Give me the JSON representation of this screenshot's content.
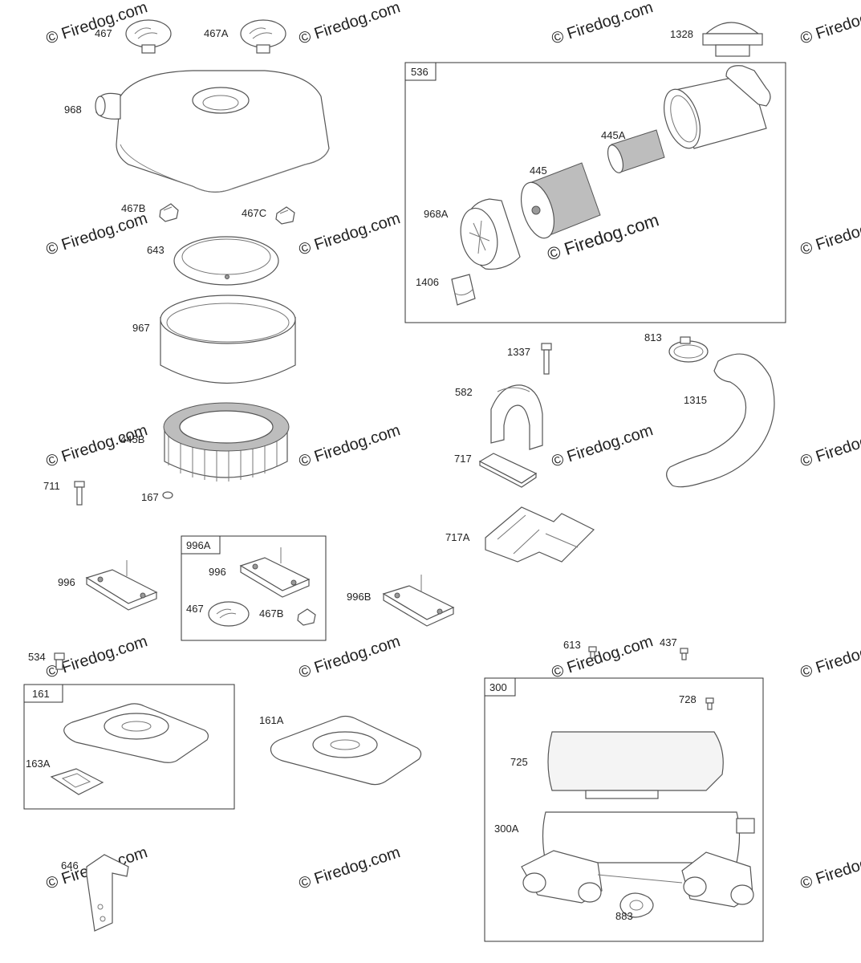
{
  "diagram": {
    "title": "",
    "watermark_text": "© Firedog.com",
    "callouts": {
      "c467": "467",
      "c467a": "467A",
      "c968": "968",
      "c467b": "467B",
      "c467c": "467C",
      "c643": "643",
      "c967": "967",
      "c445b": "445B",
      "c711": "711",
      "c167": "167",
      "c996": "996",
      "c996a_box": "996A",
      "c996_in_a": "996",
      "c467_in_a": "467",
      "c467b_in_a": "467B",
      "c996b": "996B",
      "c534": "534",
      "c161_box": "161",
      "c163a": "163A",
      "c161a": "161A",
      "c646": "646",
      "c1328": "1328",
      "c536_box": "536",
      "c445a": "445A",
      "c445": "445",
      "c968a": "968A",
      "c1406": "1406",
      "c1337": "1337",
      "c813": "813",
      "c582": "582",
      "c1315": "1315",
      "c717": "717",
      "c717a": "717A",
      "c613": "613",
      "c437": "437",
      "c300_box": "300",
      "c728": "728",
      "c725": "725",
      "c300a": "300A",
      "c883": "883"
    }
  },
  "colors": {
    "line": "#555555",
    "watermark": "#cfcfcf"
  }
}
